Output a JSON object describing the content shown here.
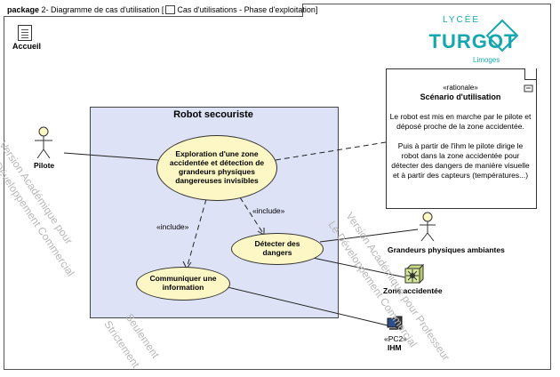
{
  "header": {
    "keyword": "package",
    "title": "2- Diagramme de cas d'utilisation",
    "diagram_name": "Cas d'utilisations - Phase d'exploitation"
  },
  "home": {
    "label": "Accueil"
  },
  "logo": {
    "top": "LYCÉE",
    "main": "TURGOT",
    "sub": "Limoges"
  },
  "system": {
    "title": "Robot secouriste"
  },
  "use_cases": {
    "exploration": "Exploration d'une zone accidentée et détection de grandeurs physiques dangereuses invisibles",
    "detecter": "Détecter des dangers",
    "communiquer": "Communiquer une information"
  },
  "relations": {
    "include1": "«include»",
    "include2": "«include»"
  },
  "actors": {
    "pilote": "Pilote",
    "grandeurs": "Grandeurs physiques ambiantes",
    "zone": "Zone accidentée",
    "ihm_stereo": "«PC2»",
    "ihm": "IHM"
  },
  "note": {
    "stereotype": "«rationale»",
    "title": "Scénario d'utilisation",
    "text": "Le robot est mis en marche par le pilote et déposé proche de la zone accidentée.\n\nPuis à partir de l'ihm le pilote dirige le robot dans la zone accidentée pour détecter des dangers de manière visuelle et à partir des capteurs (températures...)"
  },
  "watermarks": {
    "left_a": "Version Académique pour",
    "left_b": "Développement Commercial",
    "mid_a": "Seulement",
    "mid_b": "Strictement",
    "right_a": "Version Académique pour Professeur",
    "right_b": "Le Développement Commercial"
  }
}
